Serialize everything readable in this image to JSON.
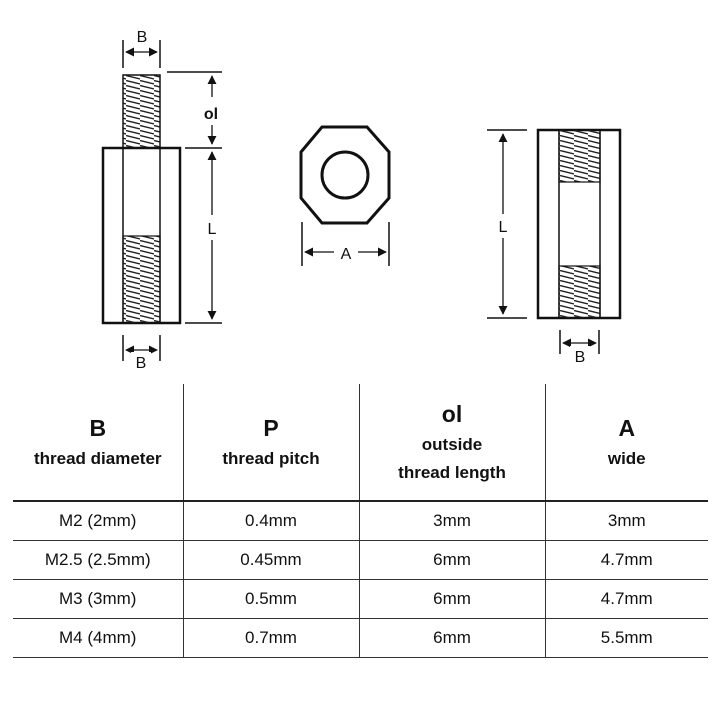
{
  "diagram": {
    "left_view": {
      "top_b_label": "B",
      "ol_label": "ol",
      "l_label": "L",
      "bottom_b_label": "B"
    },
    "top_view": {
      "a_label": "A"
    },
    "right_view": {
      "l_label": "L",
      "b_label": "B"
    }
  },
  "table": {
    "headers": [
      {
        "symbol": "B",
        "line1": "thread diameter",
        "line2": ""
      },
      {
        "symbol": "P",
        "line1": "thread pitch",
        "line2": ""
      },
      {
        "symbol": "ol",
        "line1": "outside",
        "line2": "thread length"
      },
      {
        "symbol": "A",
        "line1": "wide",
        "line2": ""
      }
    ],
    "rows": [
      [
        "M2 (2mm)",
        "0.4mm",
        "3mm",
        "3mm"
      ],
      [
        "M2.5 (2.5mm)",
        "0.45mm",
        "6mm",
        "4.7mm"
      ],
      [
        "M3 (3mm)",
        "0.5mm",
        "6mm",
        "4.7mm"
      ],
      [
        "M4 (4mm)",
        "0.7mm",
        "6mm",
        "5.5mm"
      ]
    ]
  }
}
